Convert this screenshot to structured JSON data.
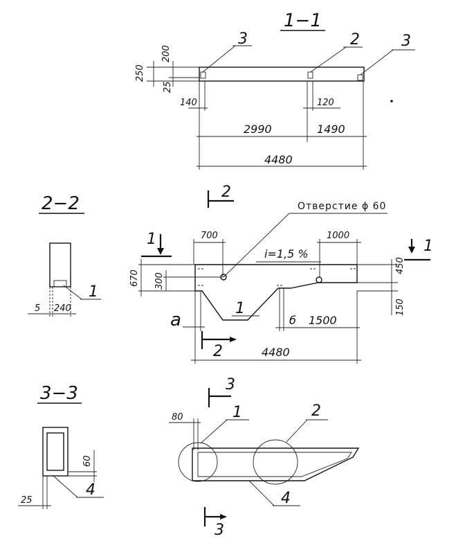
{
  "section_1_1": {
    "title": "1−1",
    "callouts": [
      "3",
      "2",
      "3"
    ],
    "dims": {
      "d250": "250",
      "d200": "200",
      "d25": "25",
      "d140": "140",
      "d120": "120",
      "d2990": "2990",
      "d1490": "1490",
      "d4480": "4480"
    }
  },
  "section_2_2": {
    "title": "2−2",
    "callout": "1",
    "dims": {
      "d5": "5",
      "d240": "240"
    }
  },
  "section_3_3": {
    "title": "3−3",
    "callout": "4",
    "dims": {
      "d60": "60",
      "d25": "25"
    }
  },
  "elevation": {
    "hole_note": "Отверстие ϕ 60",
    "slope": "i=1,5 %",
    "cut_marks": [
      "1",
      "1",
      "2",
      "2",
      "3",
      "3"
    ],
    "letters": {
      "a": "a",
      "b": "б"
    },
    "callout_1": "1",
    "dims": {
      "d700": "700",
      "d1000": "1000",
      "d670": "670",
      "d300": "300",
      "d450": "450",
      "d150": "150",
      "d1500": "1500",
      "d4480": "4480"
    }
  },
  "plan_detail": {
    "dim80": "80",
    "callouts": [
      "1",
      "2",
      "4"
    ]
  }
}
